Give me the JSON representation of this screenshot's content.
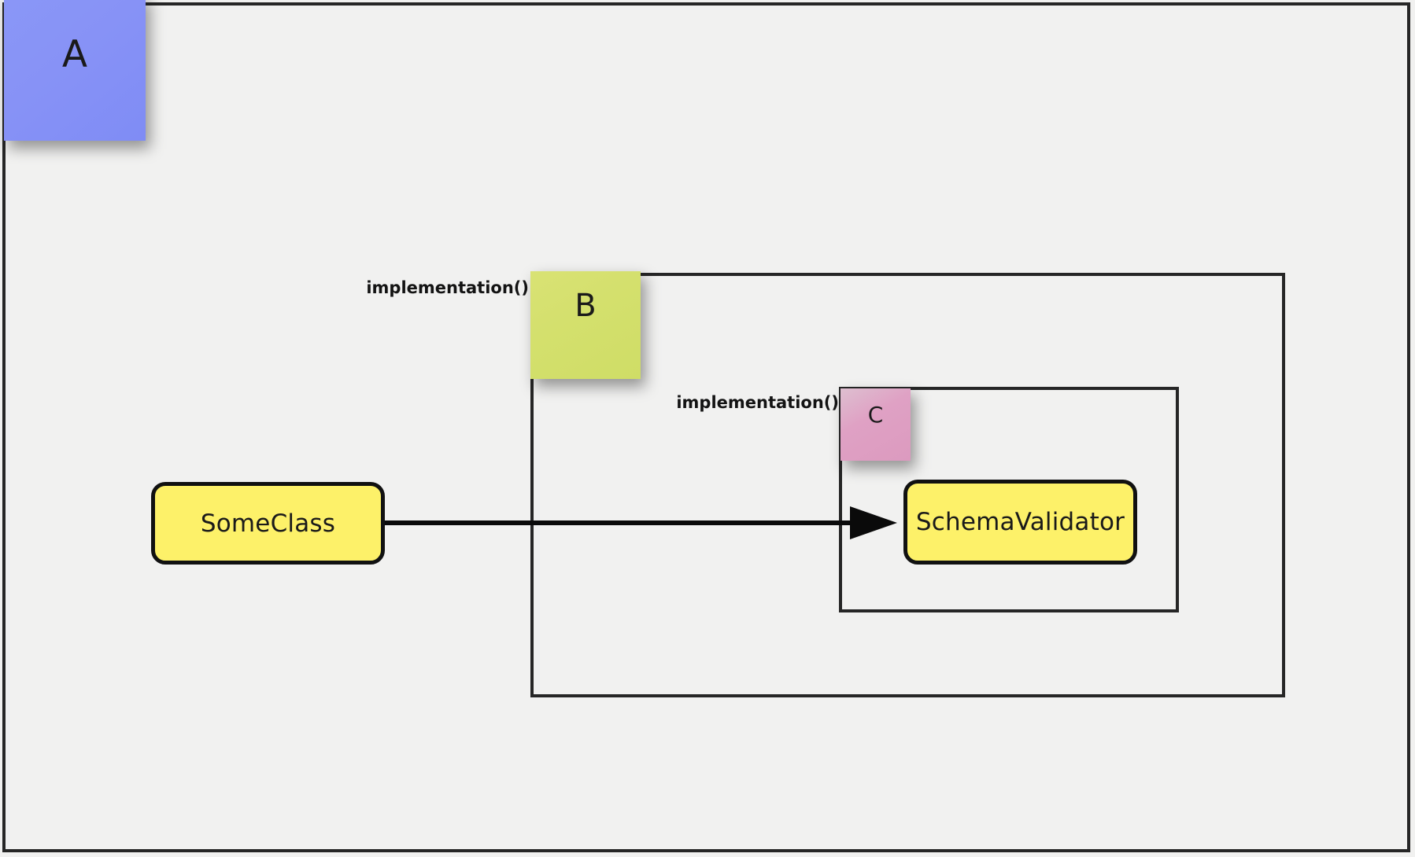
{
  "diagram": {
    "background_color": "#f1f1f0",
    "frame": {
      "name": "outer-frame",
      "border_color": "#262626"
    },
    "notes": [
      {
        "id": "a",
        "label": "A",
        "color": "#8792f6",
        "placement": "top-left-corner"
      },
      {
        "id": "b",
        "label": "B",
        "color": "#d2de6c",
        "placement": "outer-group-top-left"
      },
      {
        "id": "c",
        "label": "C",
        "color": "#dd9bc0",
        "placement": "inner-group-top-left"
      }
    ],
    "groups": [
      {
        "id": "b",
        "name": "outer-group",
        "label": "implementation()",
        "border_color": "#262626"
      },
      {
        "id": "c",
        "name": "inner-group",
        "label": "implementation()",
        "border_color": "#262626"
      }
    ],
    "nodes": [
      {
        "id": "someclass",
        "label": "SomeClass",
        "fill": "#fdf169",
        "border": "#111111",
        "shape": "rounded-rectangle"
      },
      {
        "id": "schemavalidator",
        "label": "SchemaValidator",
        "fill": "#fdf169",
        "border": "#111111",
        "shape": "rounded-rectangle"
      }
    ],
    "edges": [
      {
        "id": "someclass-to-schemavalidator",
        "from": "SomeClass",
        "to": "SchemaValidator",
        "arrowhead": "solid-triangle",
        "color": "#0a0a0a",
        "label": ""
      }
    ]
  }
}
